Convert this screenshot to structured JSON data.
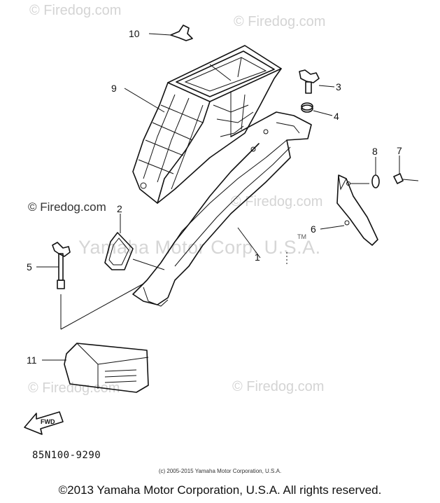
{
  "watermarks": {
    "firedog": "© Firedog.com",
    "firedog_dark": "© Firedog.com",
    "yamaha": "Yamaha Motor Corp, U.S.A."
  },
  "callouts": [
    "1",
    "2",
    "3",
    "4",
    "5",
    "6",
    "7",
    "8",
    "9",
    "10",
    "11"
  ],
  "tm_mark": "TM",
  "fwd_label": "FWD",
  "diagram_code": "85N100-9290",
  "small_copyright": "(c) 2005-2015 Yamaha Motor Corporation, U.S.A.",
  "footer_copyright": "©2013 Yamaha Motor Corporation, U.S.A. All rights reserved."
}
